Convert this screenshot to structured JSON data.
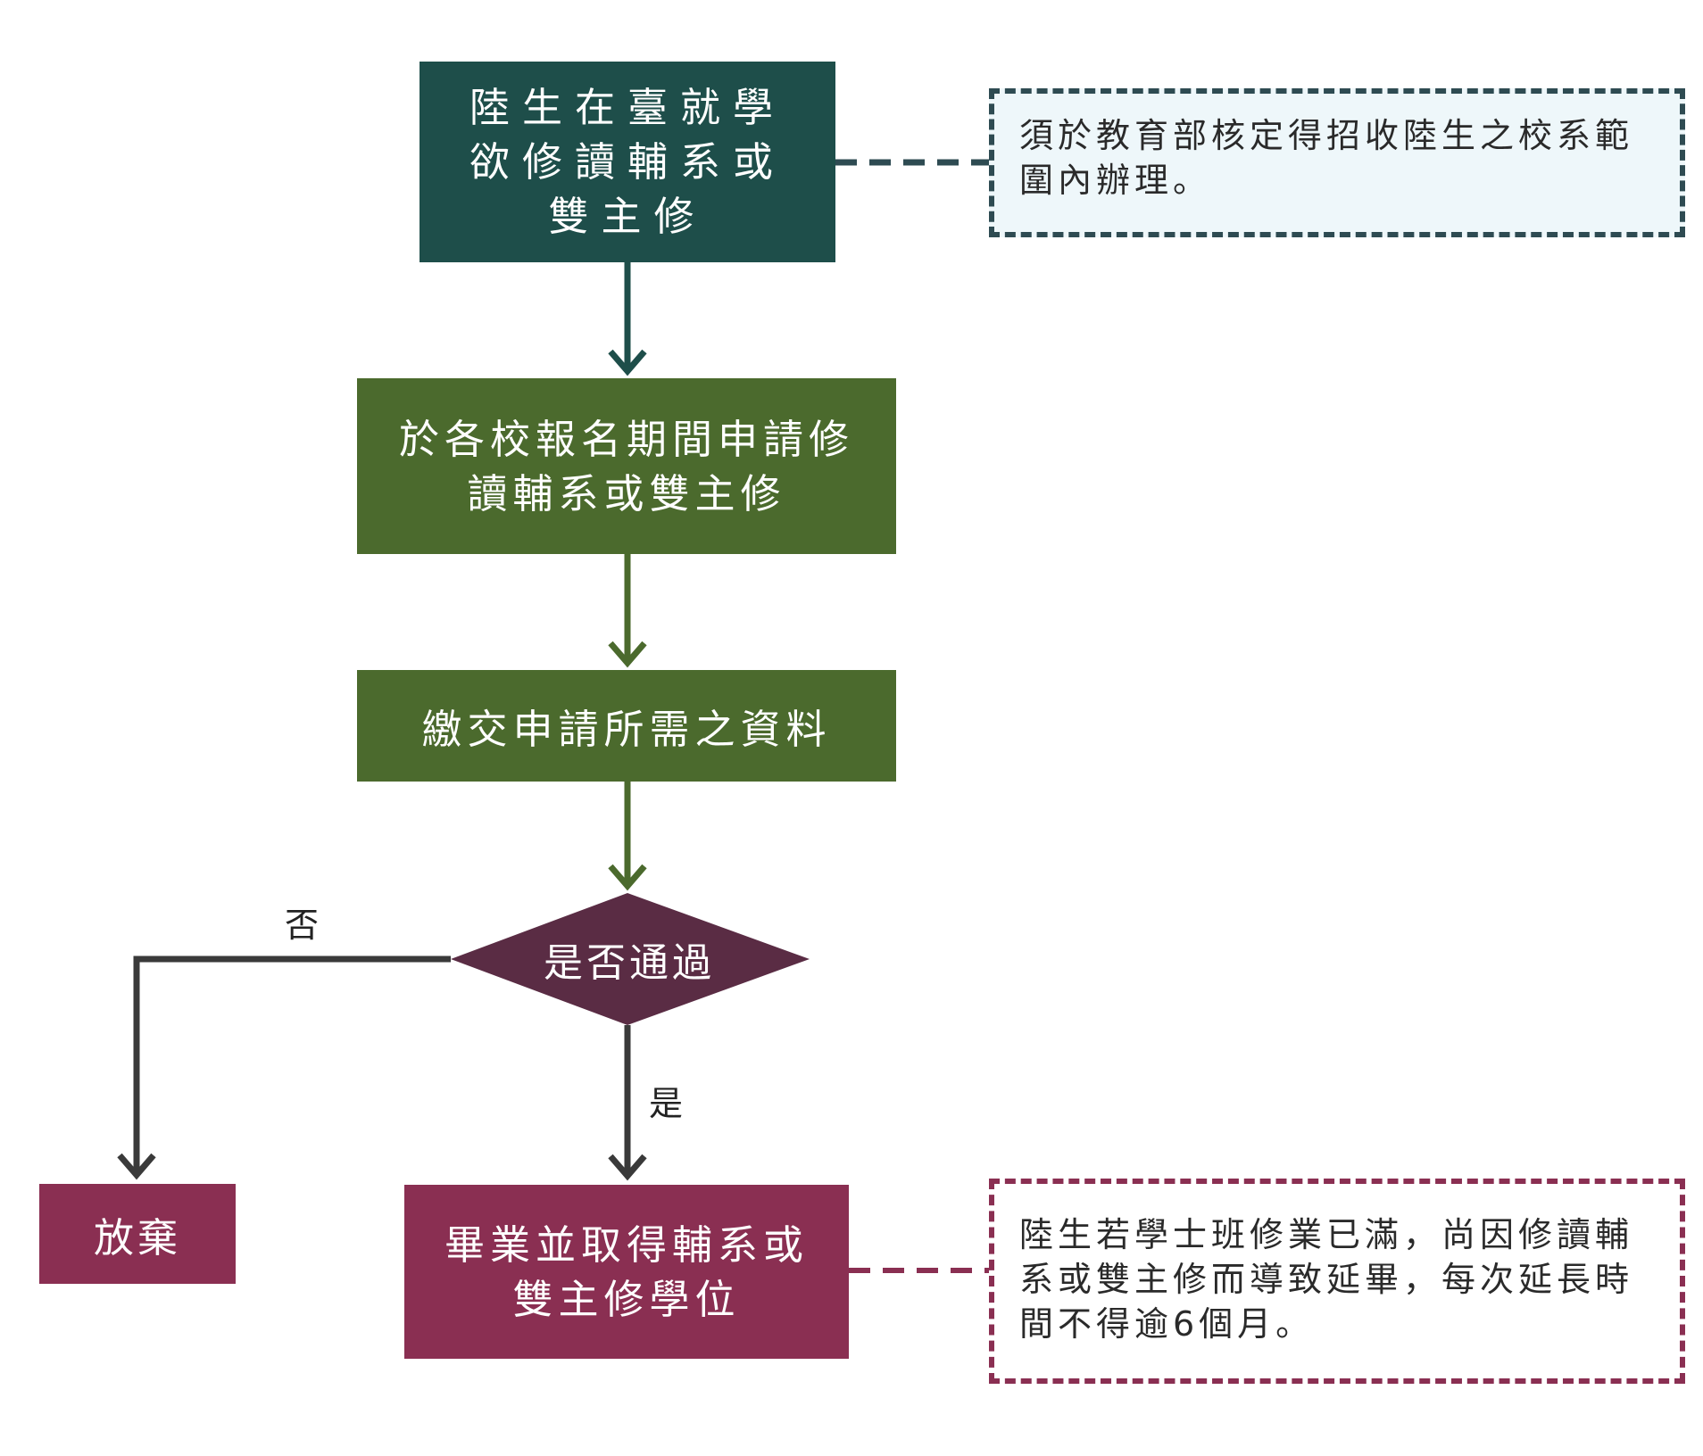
{
  "steps": {
    "start": "陸生在臺就學\n欲修讀輔系或\n雙主修",
    "apply": "於各校報名期間申請修\n讀輔系或雙主修",
    "submit": "繳交申請所需之資料",
    "decision": "是否通過",
    "give_up": "放棄",
    "graduate": "畢業並取得輔系或\n雙主修學位"
  },
  "branches": {
    "no": "否",
    "yes": "是"
  },
  "notes": {
    "top": "須於教育部核定得招收陸生之校系範圍內辦理。",
    "bottom": "陸生若學士班修業已滿，尚因修讀輔系或雙主修而導致延畢，每次延長時間不得逾6個月。"
  },
  "colors": {
    "start_box": "#1e4e4a",
    "process_box": "#4b6a2d",
    "decision": "#5a2c44",
    "end_box": "#8a2f52",
    "note_top_border": "#2e4b52",
    "note_top_fill": "#eef7fa",
    "note_bottom_border": "#8a2f52"
  }
}
